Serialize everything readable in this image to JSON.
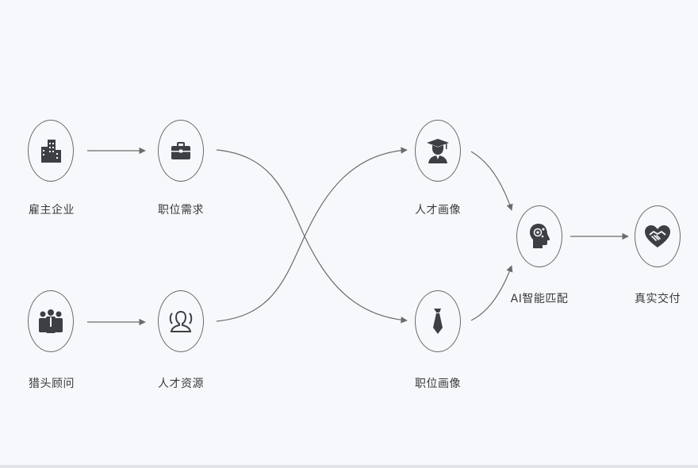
{
  "diagram": {
    "nodes": [
      {
        "id": "employer",
        "label": "雇主企业",
        "icon": "buildings-icon"
      },
      {
        "id": "job-demand",
        "label": "职位需求",
        "icon": "briefcase-icon"
      },
      {
        "id": "headhunter",
        "label": "猎头顾问",
        "icon": "people-group-icon"
      },
      {
        "id": "talent-resource",
        "label": "人才资源",
        "icon": "user-profile-icon"
      },
      {
        "id": "talent-profile",
        "label": "人才画像",
        "icon": "graduate-icon"
      },
      {
        "id": "job-profile",
        "label": "职位画像",
        "icon": "necktie-icon"
      },
      {
        "id": "ai-match",
        "label": "AI智能匹配",
        "icon": "ai-head-icon"
      },
      {
        "id": "delivery",
        "label": "真实交付",
        "icon": "handshake-heart-icon"
      }
    ],
    "edges": [
      {
        "from": "employer",
        "to": "job-demand",
        "style": "straight"
      },
      {
        "from": "headhunter",
        "to": "talent-resource",
        "style": "straight"
      },
      {
        "from": "job-demand",
        "to": "job-profile",
        "style": "curve"
      },
      {
        "from": "talent-resource",
        "to": "talent-profile",
        "style": "curve"
      },
      {
        "from": "talent-profile",
        "to": "ai-match",
        "style": "curve"
      },
      {
        "from": "job-profile",
        "to": "ai-match",
        "style": "curve"
      },
      {
        "from": "ai-match",
        "to": "delivery",
        "style": "straight"
      }
    ],
    "colors": {
      "icon": "#3e3f44",
      "line": "#6b6b6b",
      "text": "#3a3a3a"
    }
  }
}
